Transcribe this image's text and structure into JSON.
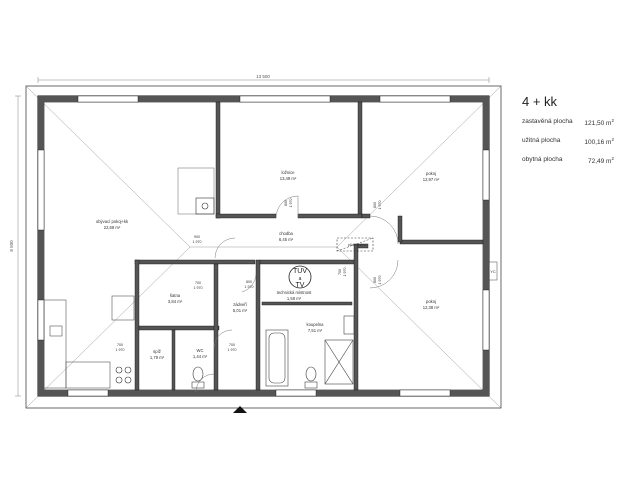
{
  "legend": {
    "title": "4 + kk",
    "rows": [
      {
        "label": "zastavěná plocha",
        "value": "121,50 m",
        "unit_sup": "2"
      },
      {
        "label": "užitná plocha",
        "value": "100,16 m",
        "unit_sup": "2"
      },
      {
        "label": "obytná plocha",
        "value": "72,49 m",
        "unit_sup": "2"
      }
    ]
  },
  "dimensions": {
    "width": "13 500",
    "height": "8 500"
  },
  "rooms": [
    {
      "name": "obývací pokoj+kk",
      "area": "22,69 m²"
    },
    {
      "name": "ložnice",
      "area": "13,49 m²"
    },
    {
      "name": "pokoj",
      "area": "12,97 m²"
    },
    {
      "name": "chodba",
      "area": "6,45 m²"
    },
    {
      "name": "pokoj",
      "area": "12,38 m²"
    },
    {
      "name": "technická místnost",
      "area": "1,58 m²"
    },
    {
      "name": "koupelna",
      "area": "7,51 m²"
    },
    {
      "name": "zádveří",
      "area": "5,01 m²"
    },
    {
      "name": "šatna",
      "area": "3,84 m²"
    },
    {
      "name": "spíž",
      "area": "1,79 m²"
    },
    {
      "name": "WC",
      "area": "1,44 m²"
    }
  ],
  "door_labels": {
    "d900_top": "900",
    "d900_bot": "1 970",
    "d800": "800",
    "d800_bot": "1 970",
    "d700": "700",
    "d700_bot": "1 970"
  },
  "fixtures": {
    "tuv": "TUV",
    "tuv_amp": "a",
    "tv": "TV",
    "yc": "YC",
    "attic": "půdní výlez"
  }
}
